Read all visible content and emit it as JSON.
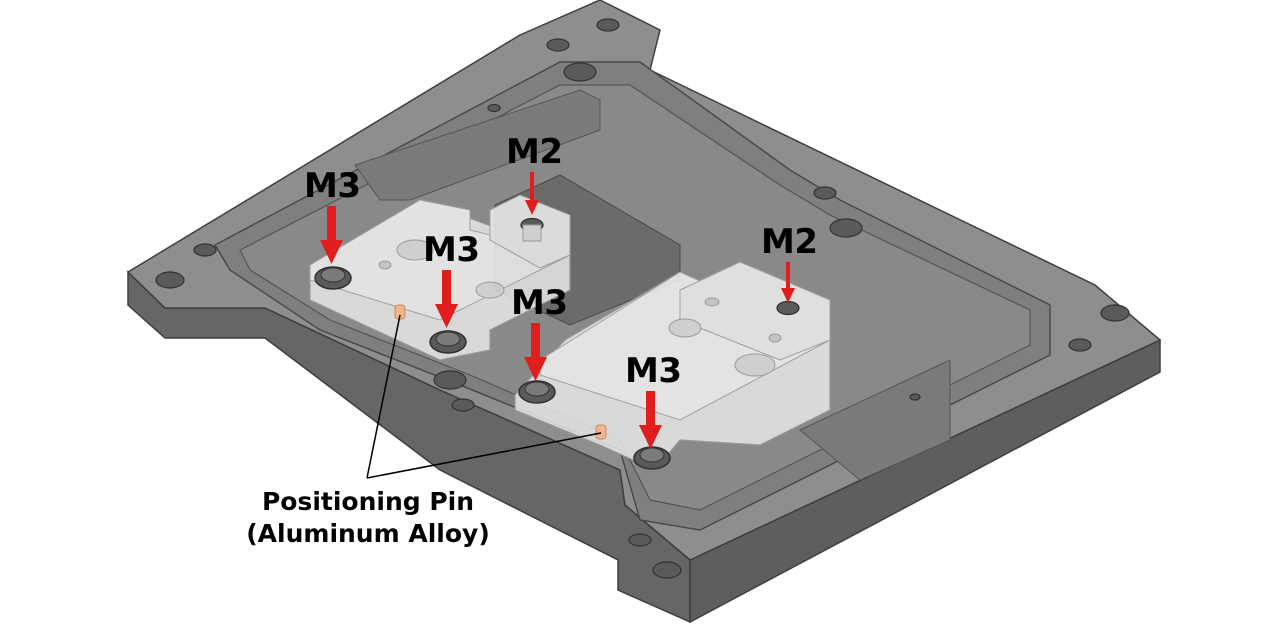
{
  "diagram": {
    "colors": {
      "plate_top": "#8c8c8c",
      "plate_side": "#6d6d6d",
      "plate_edge": "#4a4a4a",
      "block_glass": "#e6e6e6",
      "arrow": "#e01e1e",
      "pin": "#f2b48a"
    },
    "labels": {
      "m3_a": "M3",
      "m3_b": "M3",
      "m3_c": "M3",
      "m3_d": "M3",
      "m2_a": "M2",
      "m2_b": "M2",
      "pin_line1": "Positioning Pin",
      "pin_line2": "(Aluminum Alloy)"
    }
  }
}
